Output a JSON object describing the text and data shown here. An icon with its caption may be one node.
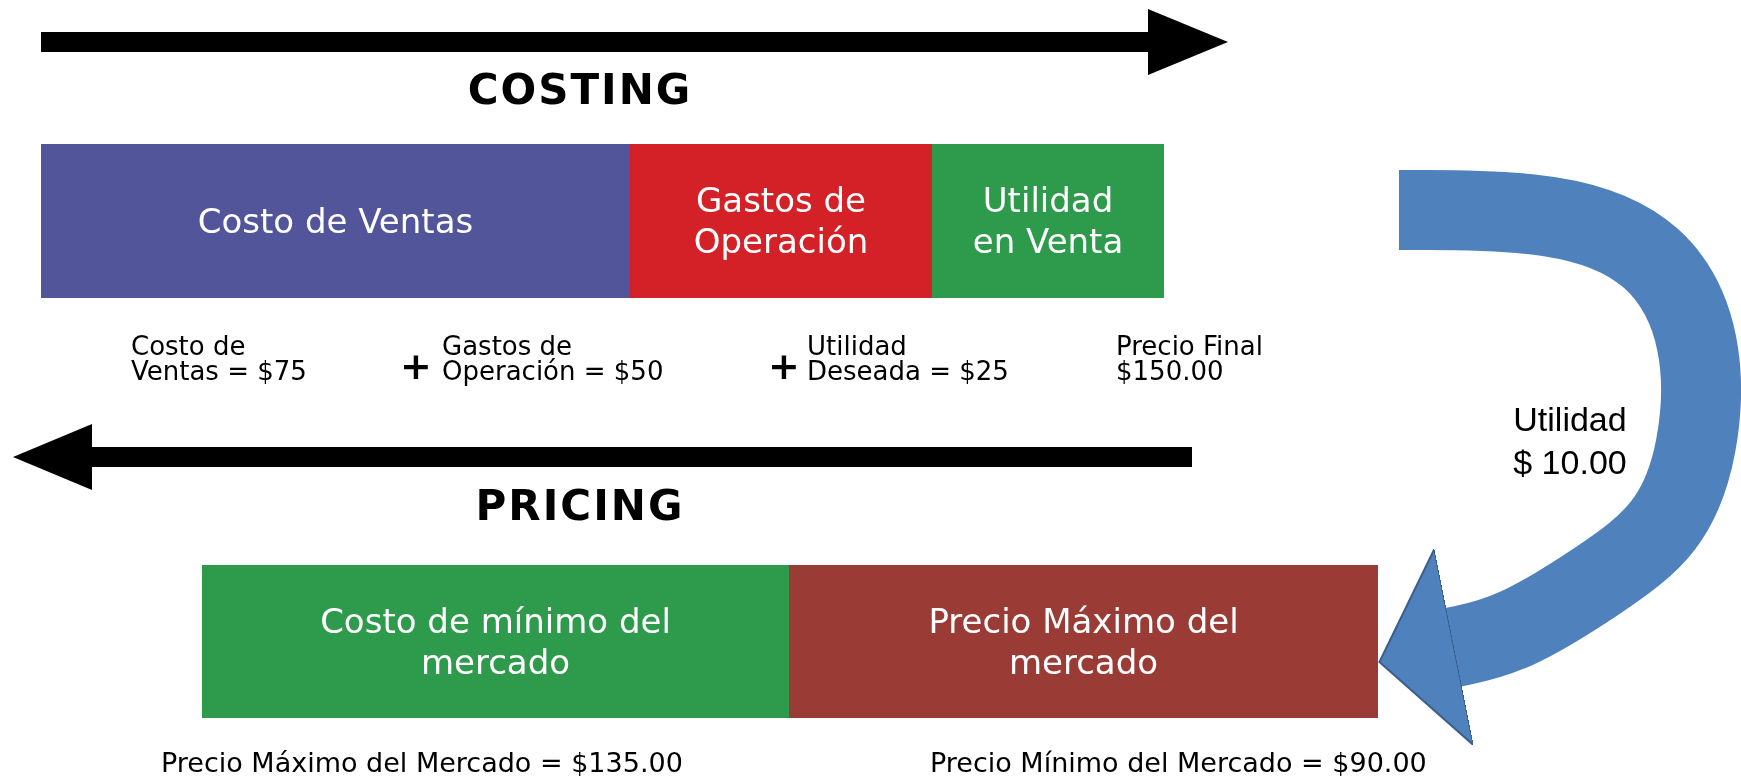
{
  "diagram": {
    "nodes": [
      {
        "text": [
          "Costo de Ventas"
        ]
      },
      {
        "text": [
          "Gastos de Operación"
        ]
      },
      {
        "text": [
          "Utilidad en Venta"
        ]
      },
      {
        "text": [
          "Costo de mínimo del mercado"
        ]
      },
      {
        "text": [
          "Precio Máximo del mercado"
        ]
      }
    ],
    "edges": [
      {
        "from": null,
        "to": 4,
        "arrow": "to",
        "label": "Utilidad $ 10.00"
      }
    ],
    "labels": [
      "COSTING",
      "Costo de Ventas = $75",
      "+",
      "Gastos de Operación = $50",
      "+",
      "Utilidad Deseada = $25",
      "Precio Final $150.00",
      "PRICING",
      "Precio Máximo del Mercado = $135.00",
      "Precio Mínimo del Mercado = $90.00"
    ]
  }
}
